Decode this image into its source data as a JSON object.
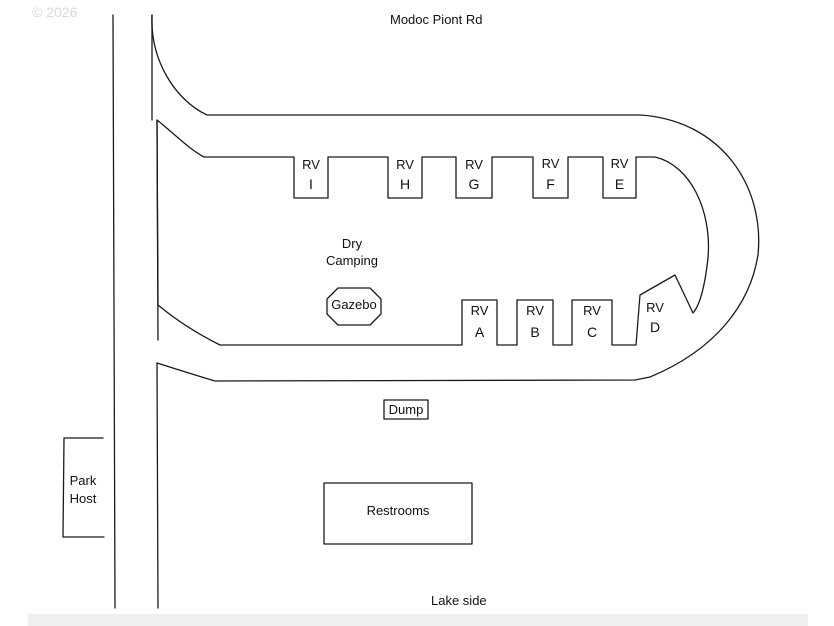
{
  "watermark": "© 2026",
  "roads": {
    "top_road": "Modoc Piont Rd",
    "bottom": "Lake side"
  },
  "areas": {
    "dry_camping_line1": "Dry",
    "dry_camping_line2": "Camping",
    "gazebo": "Gazebo",
    "dump": "Dump",
    "restrooms": "Restrooms",
    "park_host_line1": "Park",
    "park_host_line2": "Host"
  },
  "rv_sites": [
    {
      "label": "RV",
      "letter": "I"
    },
    {
      "label": "RV",
      "letter": "H"
    },
    {
      "label": "RV",
      "letter": "G"
    },
    {
      "label": "RV",
      "letter": "F"
    },
    {
      "label": "RV",
      "letter": "E"
    },
    {
      "label": "RV",
      "letter": "A"
    },
    {
      "label": "RV",
      "letter": "B"
    },
    {
      "label": "RV",
      "letter": "C"
    },
    {
      "label": "RV",
      "letter": "D"
    }
  ],
  "colors": {
    "line": "#1a1a1a",
    "background": "#ffffff"
  }
}
